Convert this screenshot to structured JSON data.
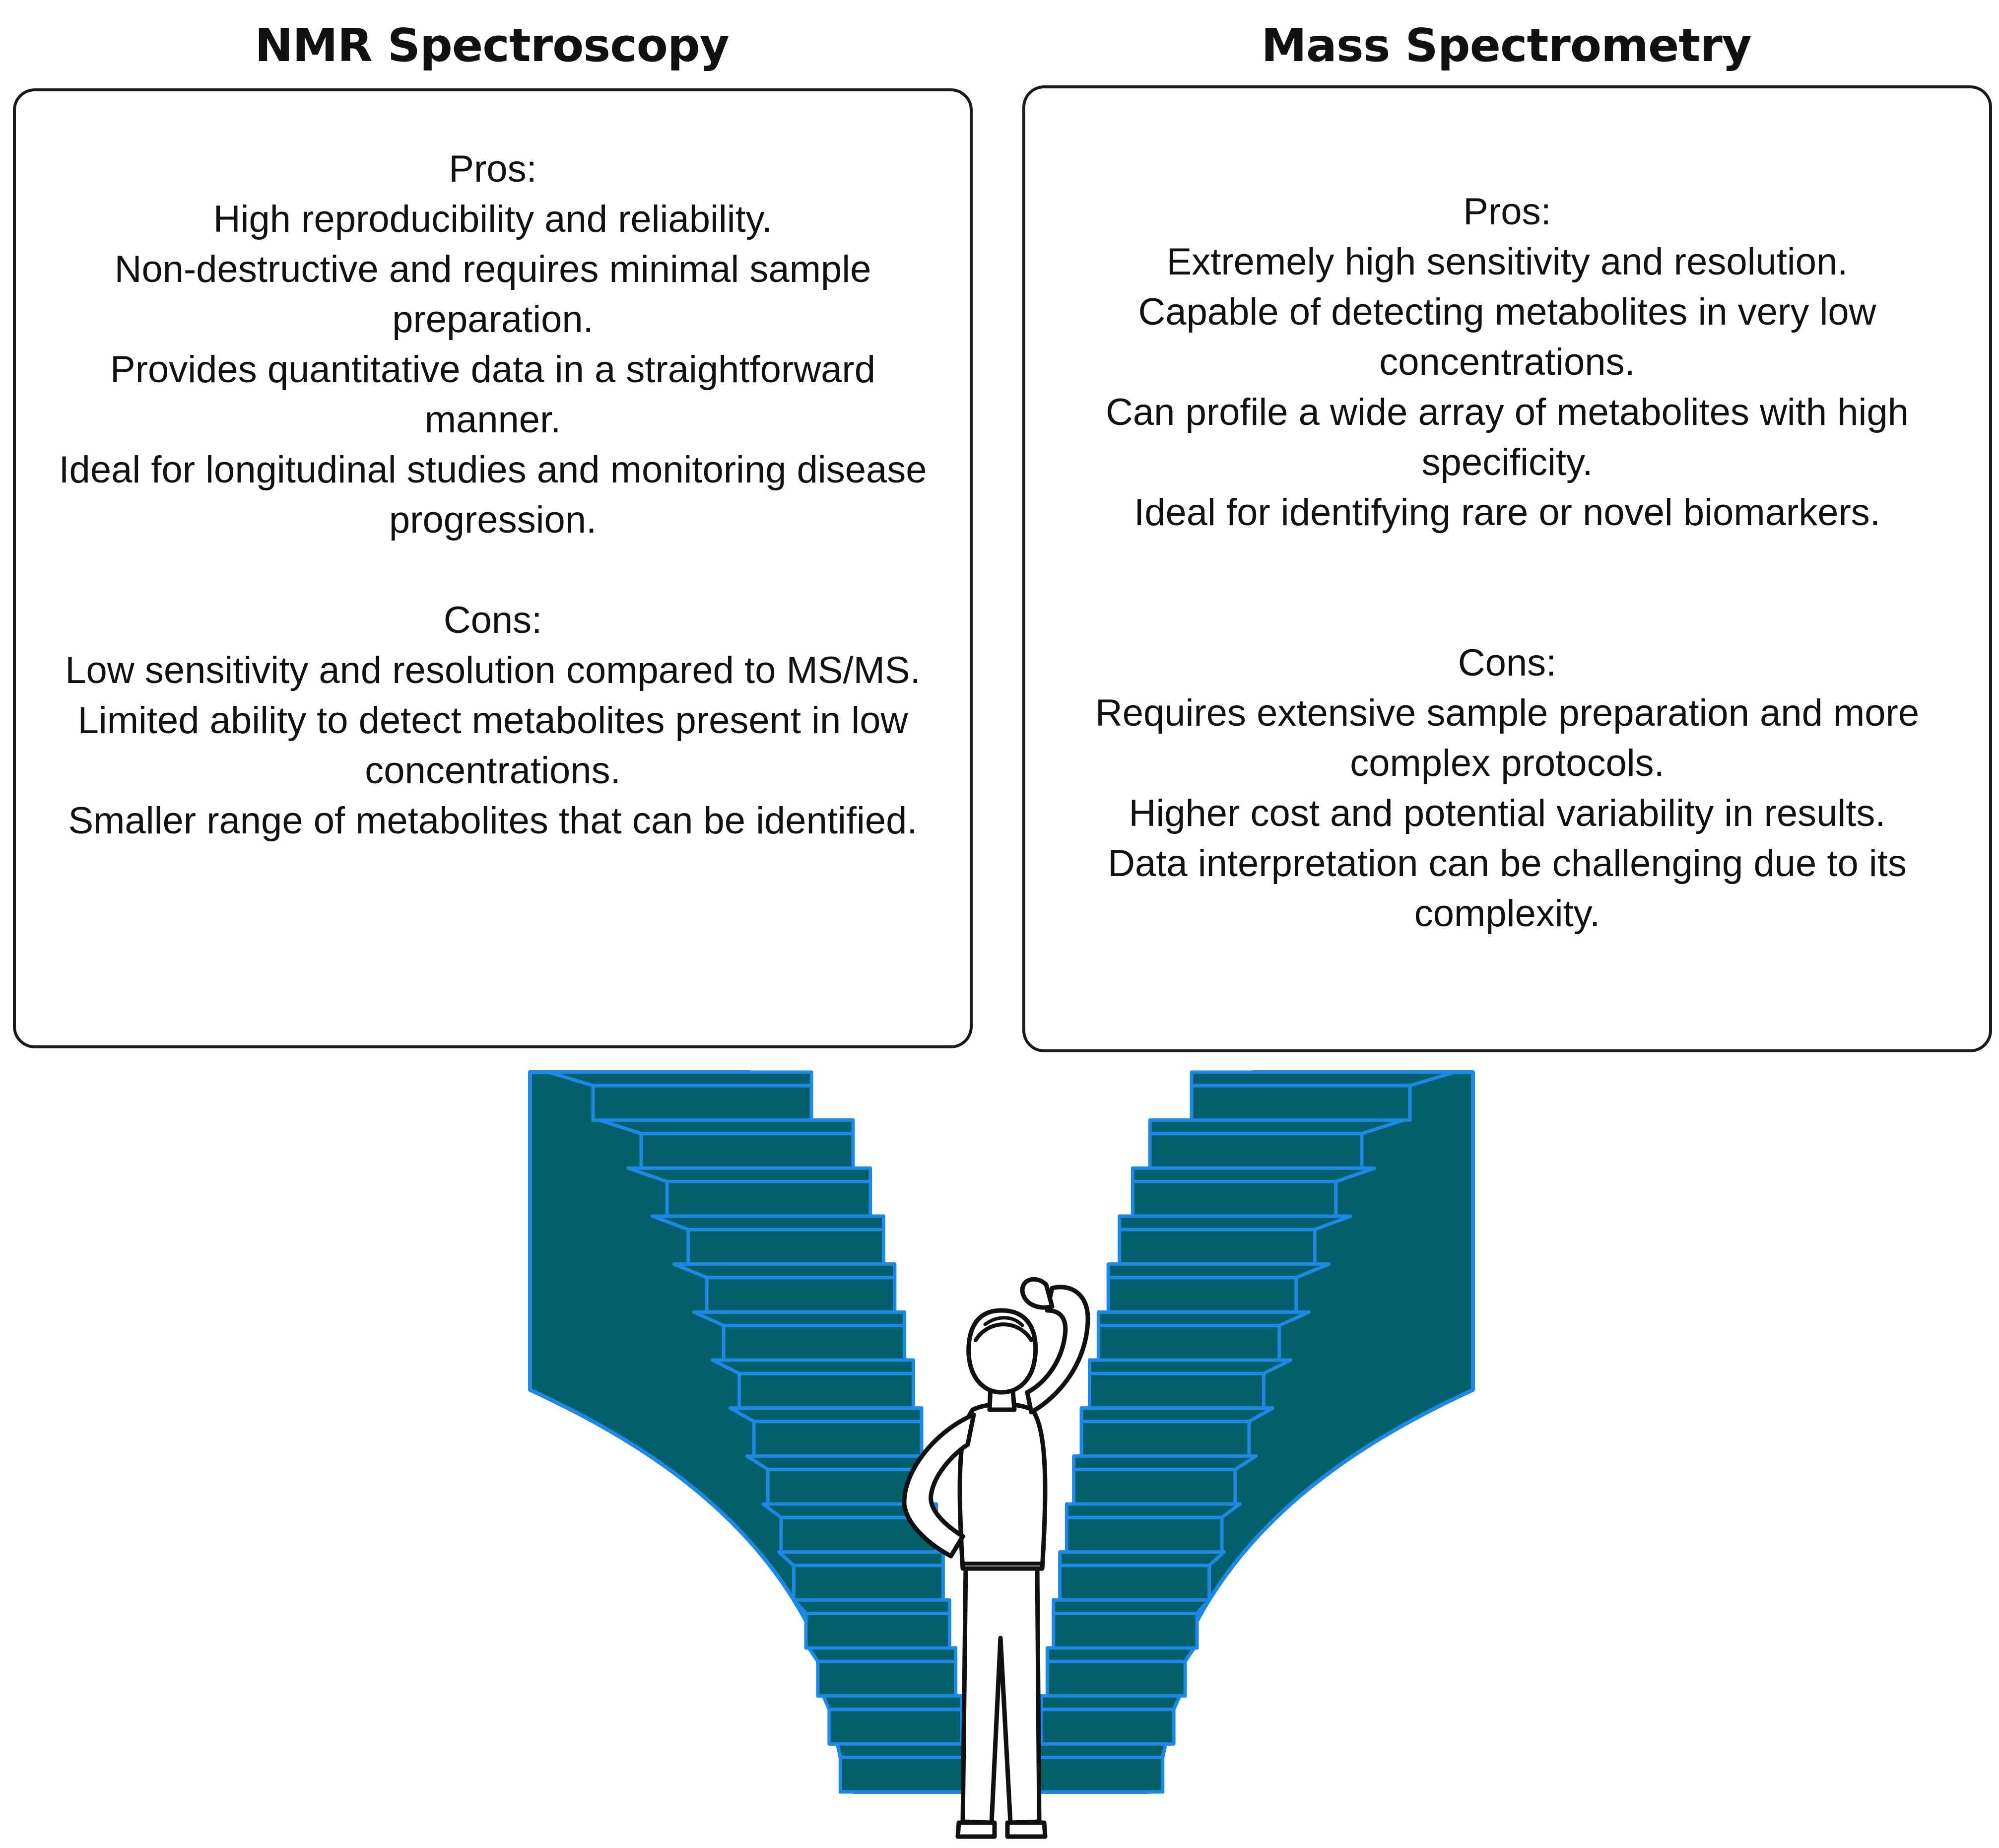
{
  "left": {
    "title": "NMR Spectroscopy",
    "pros_label": "Pros:",
    "pros": [
      "High reproducibility and reliability.",
      "Non-destructive and requires minimal sample preparation.",
      "Provides quantitative data in a straightforward manner.",
      "Ideal for longitudinal studies and monitoring disease progression."
    ],
    "cons_label": "Cons:",
    "cons": [
      "Low sensitivity and resolution compared to MS/MS.",
      "Limited ability to detect metabolites present in low concentrations.",
      "Smaller range of metabolites that can be identified."
    ]
  },
  "right": {
    "title": "Mass Spectrometry",
    "pros_label": "Pros:",
    "pros": [
      "Extremely high sensitivity and resolution.",
      "Capable of detecting metabolites in very low concentrations.",
      "Can profile a wide array of metabolites with high specificity.",
      "Ideal for identifying rare or novel biomarkers."
    ],
    "cons_label": "Cons:",
    "cons": [
      "Requires extensive sample preparation and more complex protocols.",
      "Higher cost and potential variability in results.",
      "Data interpretation can be challenging due to its complexity."
    ]
  },
  "illustration": {
    "staircase_icon": "diverging-staircase-icon",
    "person_icon": "thinking-person-icon",
    "colors": {
      "stair_fill": "#005f6b",
      "stair_edge": "#1e88e5",
      "outline": "#111111",
      "person_fill": "#ffffff"
    }
  }
}
